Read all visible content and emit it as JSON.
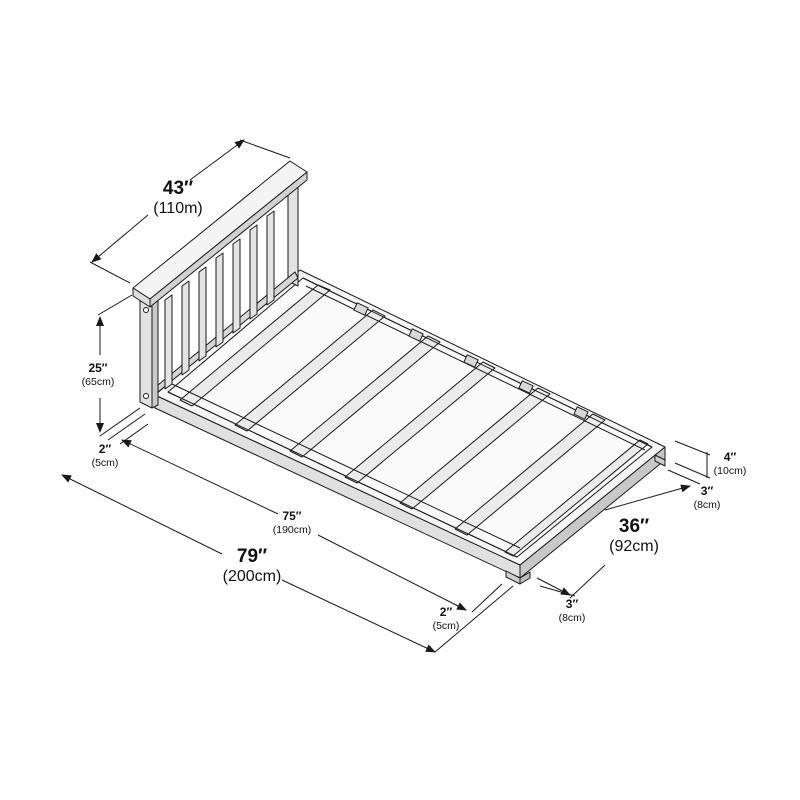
{
  "diagram": {
    "subject": "Twin platform bed frame with slatted headboard",
    "colors": {
      "line": "#1a1a1a",
      "wood_face": "#e6e6e6",
      "wood_shade": "#c9c9c9",
      "wood_light": "#f4f4f4"
    },
    "dimensions": {
      "headboard_width": {
        "in": "43″",
        "cm": "(110m)"
      },
      "headboard_height": {
        "in": "25″",
        "cm": "(65cm)"
      },
      "post_depth": {
        "in": "2″",
        "cm": "(5cm)"
      },
      "inner_length": {
        "in": "75″",
        "cm": "(190cm)"
      },
      "overall_length": {
        "in": "79″",
        "cm": "(200cm)"
      },
      "foot_offset": {
        "in": "2″",
        "cm": "(5cm)"
      },
      "foot_width": {
        "in": "3″",
        "cm": "(8cm)"
      },
      "frame_height": {
        "in": "4″",
        "cm": "(10cm)"
      },
      "side_foot_width": {
        "in": "3″",
        "cm": "(8cm)"
      },
      "overall_width": {
        "in": "36″",
        "cm": "(92cm)"
      }
    }
  }
}
